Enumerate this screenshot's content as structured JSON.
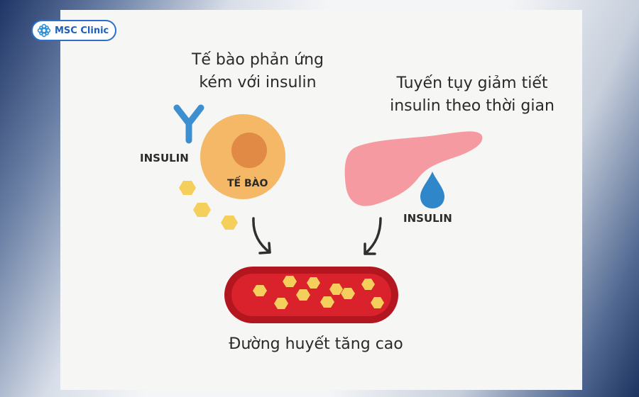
{
  "brand": {
    "name": "MSC Clinic"
  },
  "captions": {
    "cell_line1": "Tế bào phản ứng",
    "cell_line2": "kém với insulin",
    "pancreas_line1": "Tuyến tụy giảm tiết",
    "pancreas_line2": "insulin theo thời gian",
    "result": "Đường huyết tăng cao"
  },
  "labels": {
    "insulin_left": "INSULIN",
    "cell": "TẾ BÀO",
    "insulin_right": "INSULIN"
  },
  "colors": {
    "receptor": "#3d8fcf",
    "cell_outer": "#f4b866",
    "cell_nucleus": "#e08a45",
    "glucose": "#f5cf5b",
    "pancreas": "#f49aa0",
    "insulin_drop": "#2f86c9",
    "vessel_outer": "#b3161f",
    "vessel_inner": "#d9222c"
  },
  "icons": [
    "logo-flower-icon",
    "insulin-receptor-icon",
    "insulin-drop-icon",
    "arrow-icon"
  ]
}
